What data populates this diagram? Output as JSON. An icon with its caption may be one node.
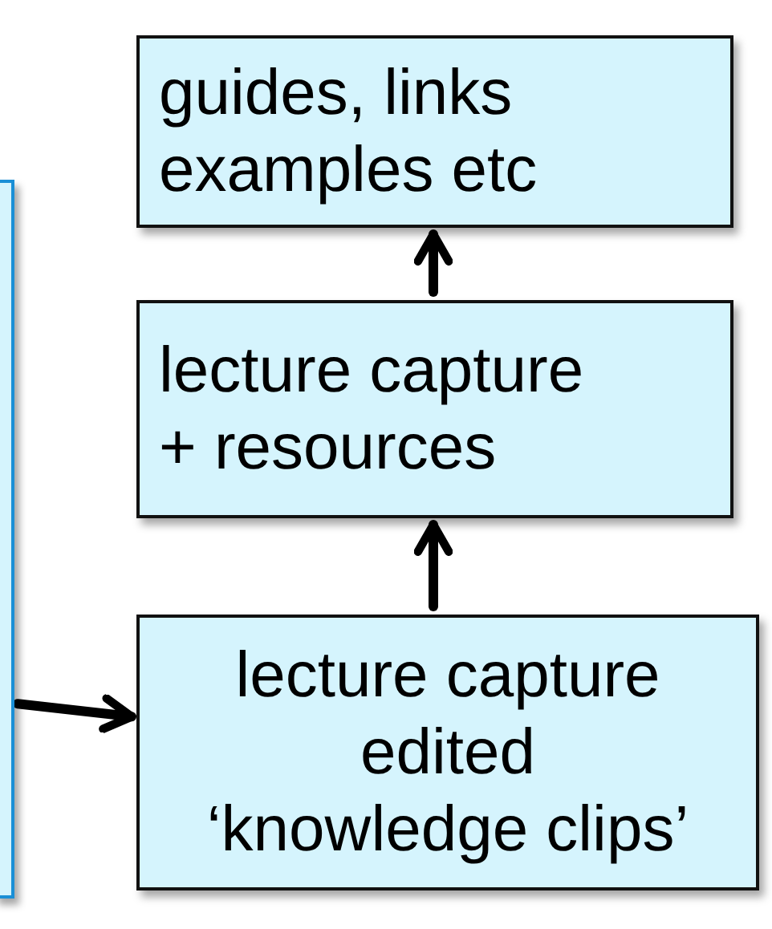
{
  "diagram": {
    "nodes": [
      {
        "text": [
          "guides, links examples etc"
        ]
      },
      {
        "text": [],
        "shape": "box"
      },
      {
        "text": [
          "lecture capture + resources"
        ]
      },
      {
        "text": [
          "lecture capture edited ‘knowledge clips’"
        ]
      }
    ],
    "edges": [
      {
        "from": 3,
        "to": 2,
        "arrow": "to"
      },
      {
        "from": 2,
        "to": 0,
        "arrow": "to"
      },
      {
        "from": 1,
        "to": 3,
        "arrow": "to"
      }
    ]
  }
}
